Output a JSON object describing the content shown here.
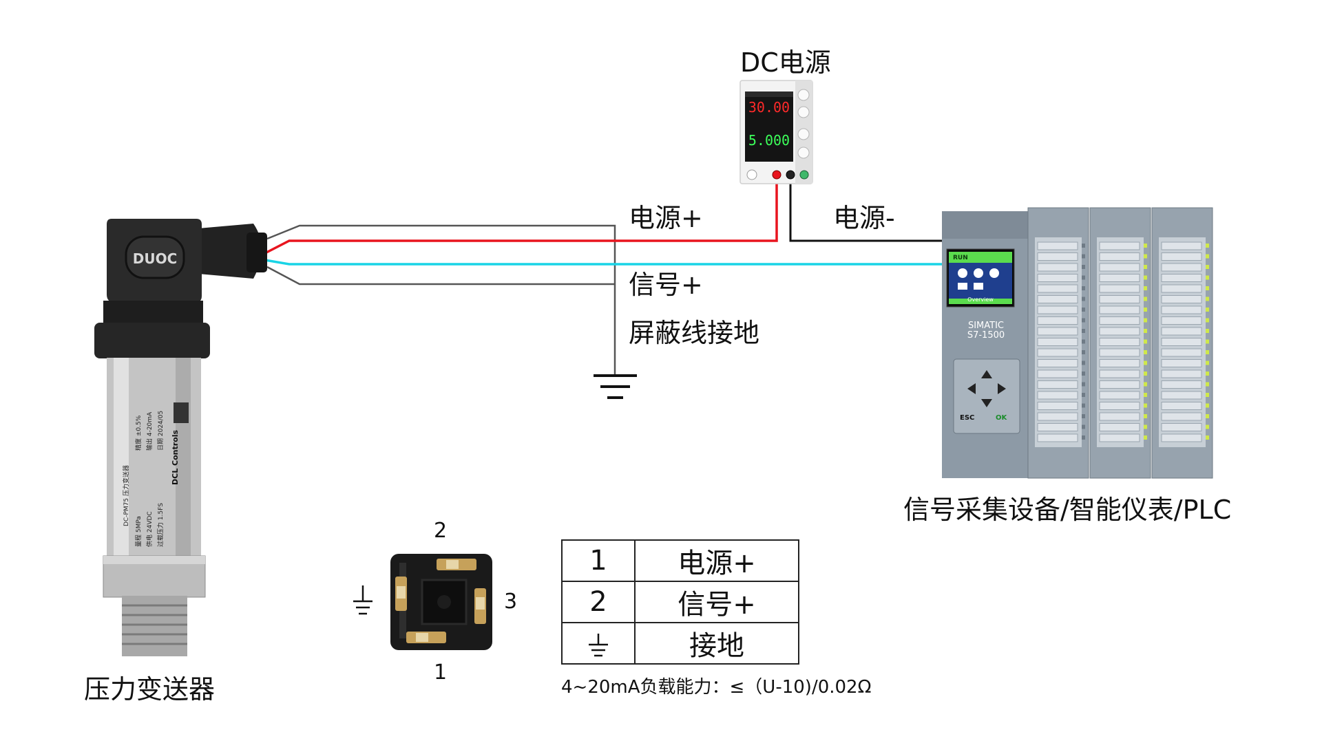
{
  "labels": {
    "dc_power": "DC电源",
    "power_plus": "电源+",
    "power_minus": "电源-",
    "signal_plus": "信号+",
    "shield_ground": "屏蔽线接地",
    "receiver": "信号采集设备/智能仪表/PLC",
    "transmitter": "压力变送器",
    "load_note": "4~20mA负载能力：≤（U-10)/0.02Ω"
  },
  "connector": {
    "pin_top": "2",
    "pin_right": "3",
    "pin_bottom": "1"
  },
  "pin_table": {
    "rows": [
      {
        "pin": "1",
        "function": "电源+"
      },
      {
        "pin": "2",
        "function": "信号+"
      },
      {
        "pin": "",
        "function": "接地"
      }
    ]
  },
  "power_supply": {
    "voltage_display": "30.00",
    "current_display": "5.000"
  },
  "transmitter": {
    "brand": "DUOC",
    "model_line": "DC-PM75 压力变送器",
    "range": "量程 5MPa",
    "accuracy": "精度 ±0.5%",
    "supply": "供电 24VDC",
    "output": "输出 4-20mA",
    "overload": "过载压力 1.5FS",
    "date": "日期 2024/05",
    "maker": "DCL Controls"
  },
  "plc": {
    "run": "RUN",
    "overview": "Overview",
    "brand": "SIMATIC",
    "model": "S7-1500",
    "esc": "ESC",
    "ok": "OK"
  },
  "colors": {
    "wire_red": "#e8141e",
    "wire_cyan": "#19d4e6",
    "wire_black": "#111111",
    "wire_gray": "#555555",
    "plc_body": "#8d9aa6",
    "screen_green": "#5bdc4e"
  }
}
